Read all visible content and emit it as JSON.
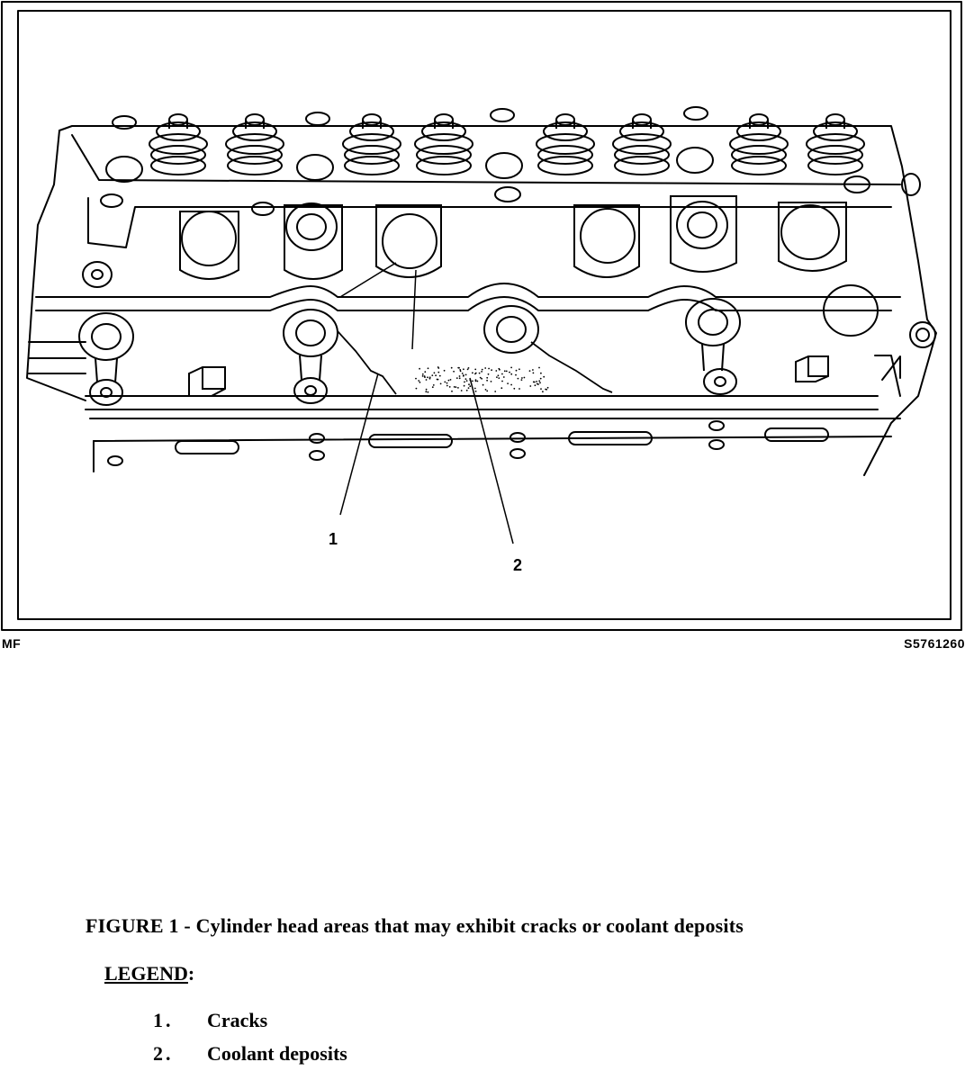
{
  "figure": {
    "callouts": [
      "1",
      "2"
    ],
    "code_left": "MF",
    "code_right": "S5761260"
  },
  "caption": "FIGURE 1 - Cylinder head areas that may exhibit cracks or coolant deposits",
  "legend": {
    "title": "LEGEND",
    "colon": ":",
    "items": [
      {
        "num": "1.",
        "label": "Cracks"
      },
      {
        "num": "2.",
        "label": "Coolant deposits"
      }
    ]
  }
}
